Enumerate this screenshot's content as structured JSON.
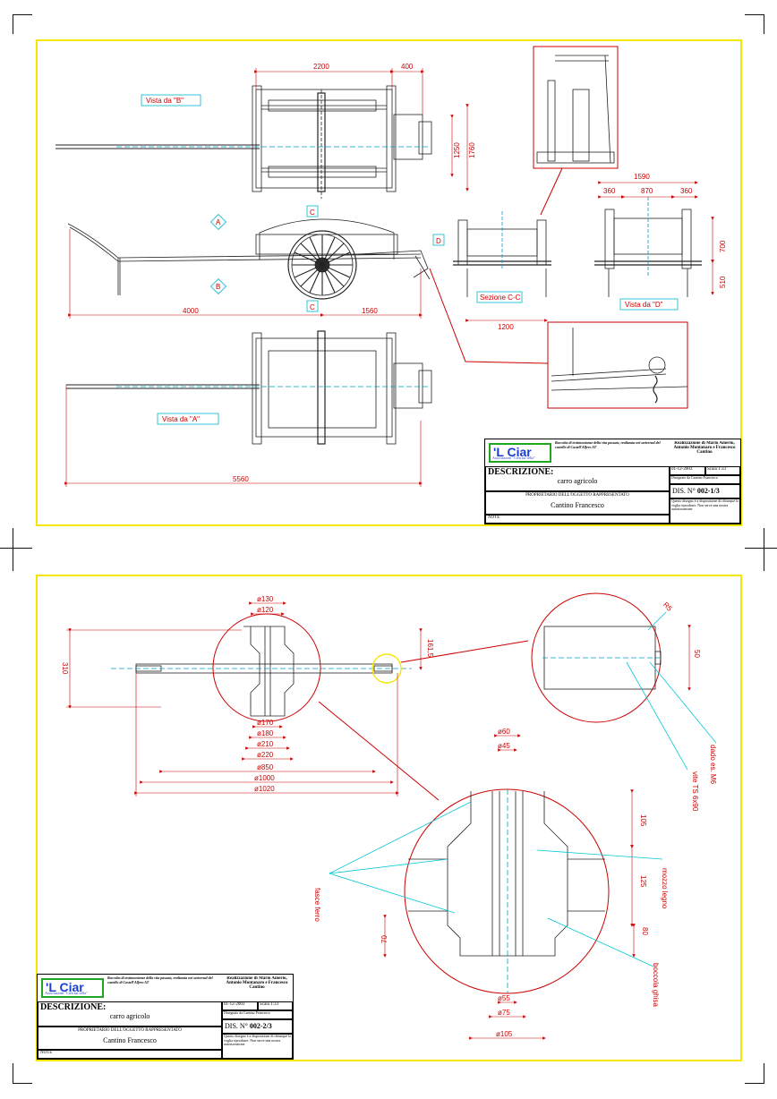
{
  "sheet1": {
    "views": {
      "view_b": "Vista da \"B\"",
      "view_a": "Vista da \"A\"",
      "view_d": "Vista da \"D\"",
      "section_cc": "Sezione C-C"
    },
    "markers": {
      "a": "A",
      "b": "B",
      "c": "C",
      "d": "D"
    },
    "dims": {
      "d2200": "2200",
      "d400": "400",
      "d1250": "1250",
      "d1760": "1760",
      "d4000": "4000",
      "d1560": "1560",
      "d5560": "5560",
      "d1200": "1200",
      "d1590": "1590",
      "d360a": "360",
      "d870": "870",
      "d360b": "360",
      "d700": "700",
      "d510": "510"
    },
    "title_block": {
      "logo": "'L Ciar",
      "logo_sub": "Associazione \"Cren sui vella\"",
      "collection": "Raccolta di testimonianze della vita passata, realizzata nei univerzal del castello di Castell'Alfero AT",
      "authors": "Realizzazione di Mario Amerio, Antonio Montanaro e Francesco Cantino",
      "descr_label": "DESCRIZIONE:",
      "descr_value": "carro agricolo",
      "owner_label": "PROPRIETARIO DELL'OGGETTO RAPPRESENTATO",
      "owner_value": "Cantino Francesco",
      "note_label": "NOTE",
      "date": "01-12-2003",
      "scale": "Scala 1:33",
      "drawn_by": "Disegnato da Cantino Francesco",
      "dis_label": "DIS. N°",
      "dis_value": "002-1/3",
      "disclaimer": "Questo disegno è a disposizione di chiunque lo voglia riprodurre. Non serve una nostra autorizzazione."
    }
  },
  "sheet2": {
    "dims": {
      "phi130": "ø130",
      "phi120": "ø120",
      "phi170": "ø170",
      "phi180": "ø180",
      "phi210": "ø210",
      "phi220": "ø220",
      "phi850": "ø850",
      "phi1000": "ø1000",
      "phi1020": "ø1020",
      "d310": "310",
      "d1615": "161,5",
      "d50": "50",
      "r5": "R5",
      "phi60": "ø60",
      "phi45": "ø45",
      "d105": "105",
      "d125": "125",
      "d70": "70",
      "d80": "80",
      "phi55": "ø55",
      "phi75": "ø75",
      "phi105": "ø105"
    },
    "labels": {
      "dado": "dado es. M6",
      "vite": "vite TS 6x90",
      "mozzo": "mozzo legno",
      "fasce": "fasce ferro",
      "boccola": "boccola ghisa"
    },
    "title_block": {
      "logo": "'L Ciar",
      "logo_sub": "Associazione \"Cren sui vella\"",
      "collection": "Raccolta di testimonianze della vita passata, realizzata nei univerzal del castello di Castell'Alfero AT",
      "authors": "Realizzazione di Mario Amerio, Antonio Montanaro e Francesco Cantino",
      "descr_label": "DESCRIZIONE:",
      "descr_value": "carro agricolo",
      "owner_label": "PROPRIETARIO DELL'OGGETTO RAPPRESENTATO",
      "owner_value": "Cantino Francesco",
      "note_label": "NOTE",
      "date": "01-12-2003",
      "scale": "Scala 1:33",
      "drawn_by": "Disegnato da Cantino Francesco",
      "dis_label": "DIS. N°",
      "dis_value": "002-2/3",
      "disclaimer": "Questo disegno è a disposizione di chiunque lo voglia riprodurre. Non serve una nostra autorizzazione."
    }
  },
  "colors": {
    "frame": "#f5e600",
    "dimension": "#cc0000",
    "leader": "#00c8d8",
    "line": "#222222",
    "logo_text": "#1a3fd0",
    "logo_border": "#1fa51f"
  }
}
